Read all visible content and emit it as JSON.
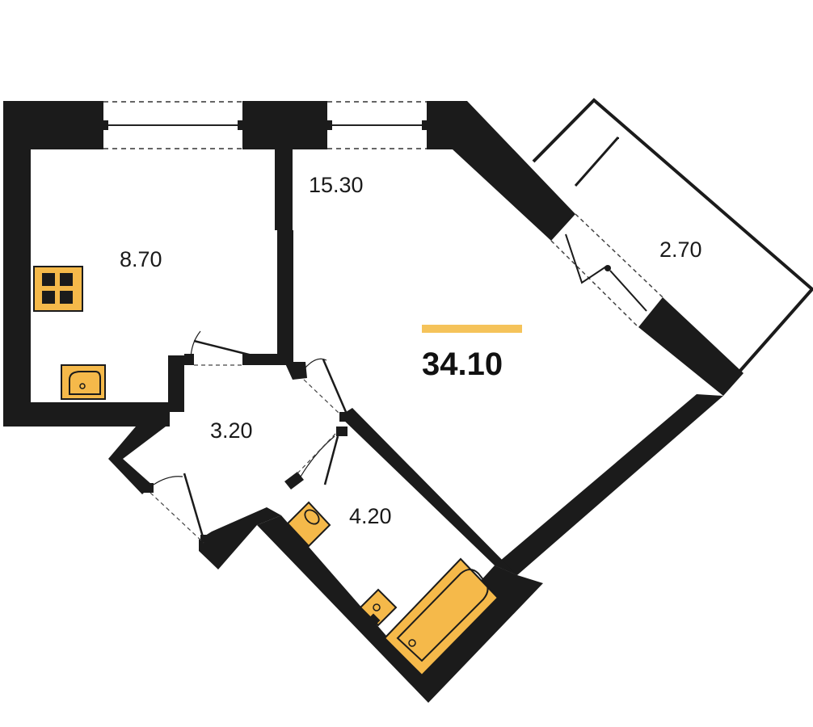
{
  "plan": {
    "total_area": "34.10",
    "rooms": [
      {
        "id": "kitchen",
        "area": "8.70"
      },
      {
        "id": "living-room",
        "area": "15.30"
      },
      {
        "id": "balcony",
        "area": "2.70"
      },
      {
        "id": "hallway",
        "area": "3.20"
      },
      {
        "id": "bathroom",
        "area": "4.20"
      }
    ]
  },
  "colors": {
    "wall": "#1b1b1b",
    "fixture": "#f5b94a",
    "accent_bar": "#f5c35a",
    "background": "#ffffff"
  },
  "icons": [
    "stove-icon",
    "kitchen-sink-icon",
    "wash-basin-icon",
    "toilet-icon",
    "bathtub-icon"
  ]
}
